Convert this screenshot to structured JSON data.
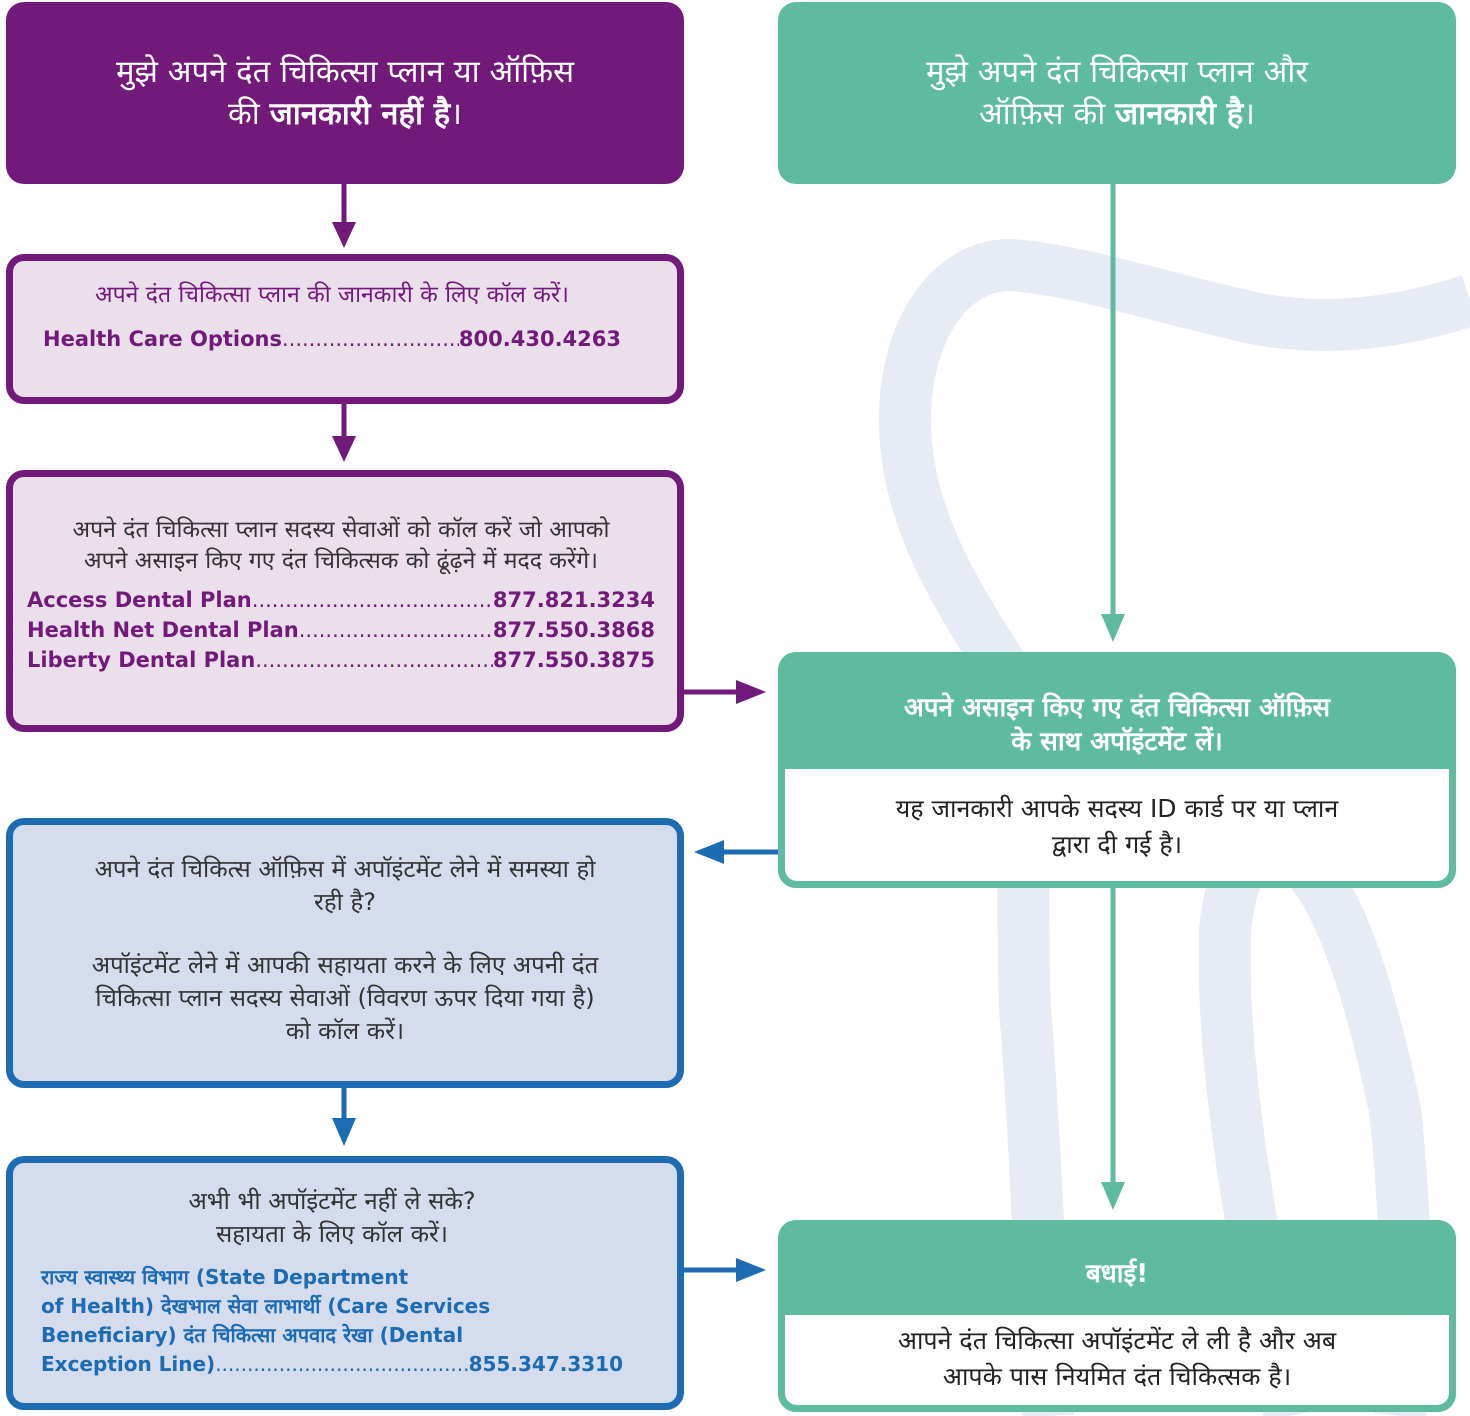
{
  "colors": {
    "purple": "#711a79",
    "green": "#5ebb9f",
    "blue": "#1c6bb3",
    "purple_fill": "#ebdfec",
    "blue_fill": "#d4dcee",
    "tooth": "#e6eaf4"
  },
  "left_header": {
    "line1": "मुझे अपने दंत चिकित्सा प्लान या ऑफ़िस",
    "line2_pre": "की ",
    "line2_bold": "जानकारी नहीं है",
    "line2_post": "।"
  },
  "right_header": {
    "line1": "मुझे अपने दंत चिकित्सा प्लान और",
    "line2_pre": "ऑफ़िस की ",
    "line2_bold": "जानकारी है",
    "line2_post": "।"
  },
  "hco_box": {
    "intro": "अपने दंत चिकित्सा प्लान की जानकारी के लिए कॉल करें।",
    "name": "Health Care Options",
    "number": "800.430.4263"
  },
  "plans_box": {
    "intro_line1": "अपने दंत चिकित्सा प्लान सदस्य सेवाओं को कॉल करें जो आपको",
    "intro_line2": "अपने असाइन किए गए दंत चिकित्सक को ढूंढ़ने में मदद करेंगे।",
    "plans": [
      {
        "name": "Access Dental Plan ",
        "number": "877.821.3234"
      },
      {
        "name": "Health Net Dental Plan",
        "number": "877.550.3868"
      },
      {
        "name": "Liberty Dental Plan",
        "number": "877.550.3875"
      }
    ]
  },
  "appointment_box": {
    "title_line1": "अपने असाइन किए गए दंत चिकित्सा ऑफ़िस",
    "title_line2": "के साथ अपॉइंटमेंट लें।",
    "body_line1": "यह जानकारी आपके सदस्य ID कार्ड पर या प्लान",
    "body_line2": "द्वारा दी गई है।"
  },
  "trouble_box": {
    "q_line1": "अपने दंत चिकित्स ऑफ़िस में अपॉइंटमेंट लेने में समस्या हो",
    "q_line2": "रही है?",
    "a_line1": "अपॉइंटमेंट लेने में आपकी सहायता करने के लिए अपनी दंत",
    "a_line2": "चिकित्सा प्लान सदस्य सेवाओं (विवरण ऊपर दिया गया है)",
    "a_line3": "को कॉल करें।"
  },
  "still_box": {
    "line1": "अभी भी अपॉइंटमेंट नहीं ले सके?",
    "line2": "सहायता के लिए कॉल करें।",
    "contact_line1": "राज्य स्वास्थ्य विभाग (State Department",
    "contact_line2": "of Health) देखभाल सेवा लाभार्थी (Care Services",
    "contact_line3": "Beneficiary) दंत चिकित्सा अपवाद रेखा (Dental",
    "contact_line4": "Exception Line)",
    "number": "855.347.3310"
  },
  "congrats_box": {
    "title": "बधाई!",
    "body_line1": "आपने दंत चिकित्सा अपॉइंटमेंट ले ली है और अब",
    "body_line2": "आपके पास नियमित दंत चिकित्सक है।"
  }
}
